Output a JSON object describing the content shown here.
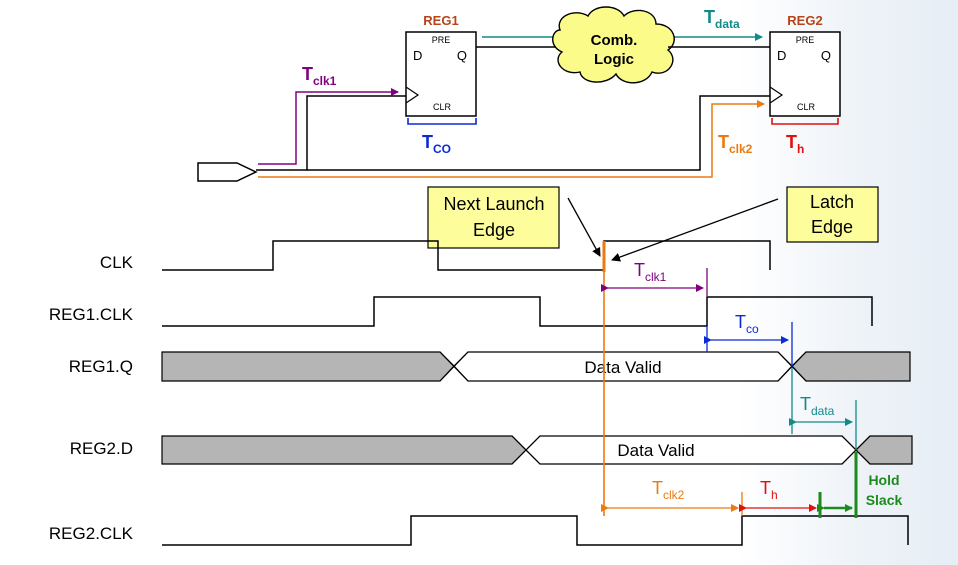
{
  "registers": {
    "reg1": {
      "title": "REG1",
      "pin_d": "D",
      "pin_q": "Q",
      "pin_pre": "PRE",
      "pin_clr": "CLR"
    },
    "reg2": {
      "title": "REG2",
      "pin_d": "D",
      "pin_q": "Q",
      "pin_pre": "PRE",
      "pin_clr": "CLR"
    }
  },
  "comb_logic": {
    "line1": "Comb.",
    "line2": "Logic"
  },
  "path_labels": {
    "tdata": {
      "main": "T",
      "sub": "data"
    },
    "tclk1": {
      "main": "T",
      "sub": "clk1"
    },
    "tco": {
      "main": "T",
      "sub": "CO"
    },
    "tclk2": {
      "main": "T",
      "sub": "clk2"
    },
    "th": {
      "main": "T",
      "sub": "h"
    }
  },
  "callouts": {
    "next_launch": {
      "line1": "Next Launch",
      "line2": "Edge"
    },
    "latch": {
      "line1": "Latch",
      "line2": "Edge"
    }
  },
  "signals": {
    "clk": "CLK",
    "reg1_clk": "REG1.CLK",
    "reg1_q": "REG1.Q",
    "reg2_d": "REG2.D",
    "reg2_clk": "REG2.CLK"
  },
  "bus_labels": {
    "reg1_q": "Data Valid",
    "reg2_d": "Data Valid"
  },
  "timing_labels": {
    "tclk1": {
      "main": "T",
      "sub": "clk1"
    },
    "tco": {
      "main": "T",
      "sub": "co"
    },
    "tdata": {
      "main": "T",
      "sub": "data"
    },
    "tclk2": {
      "main": "T",
      "sub": "clk2"
    },
    "th": {
      "main": "T",
      "sub": "h"
    }
  },
  "hold_slack": {
    "line1": "Hold",
    "line2": "Slack"
  },
  "colors": {
    "purple": "#800080",
    "teal": "#128a8a",
    "orange": "#ec7a10",
    "blue": "#0b2bd6",
    "red": "#e01010",
    "green": "#1d8a1d",
    "reg_title": "#b5451b",
    "callout_fill": "#fdfd9c",
    "cloud_fill": "#fbfb8a",
    "bus_gray": "#b5b5b5"
  }
}
